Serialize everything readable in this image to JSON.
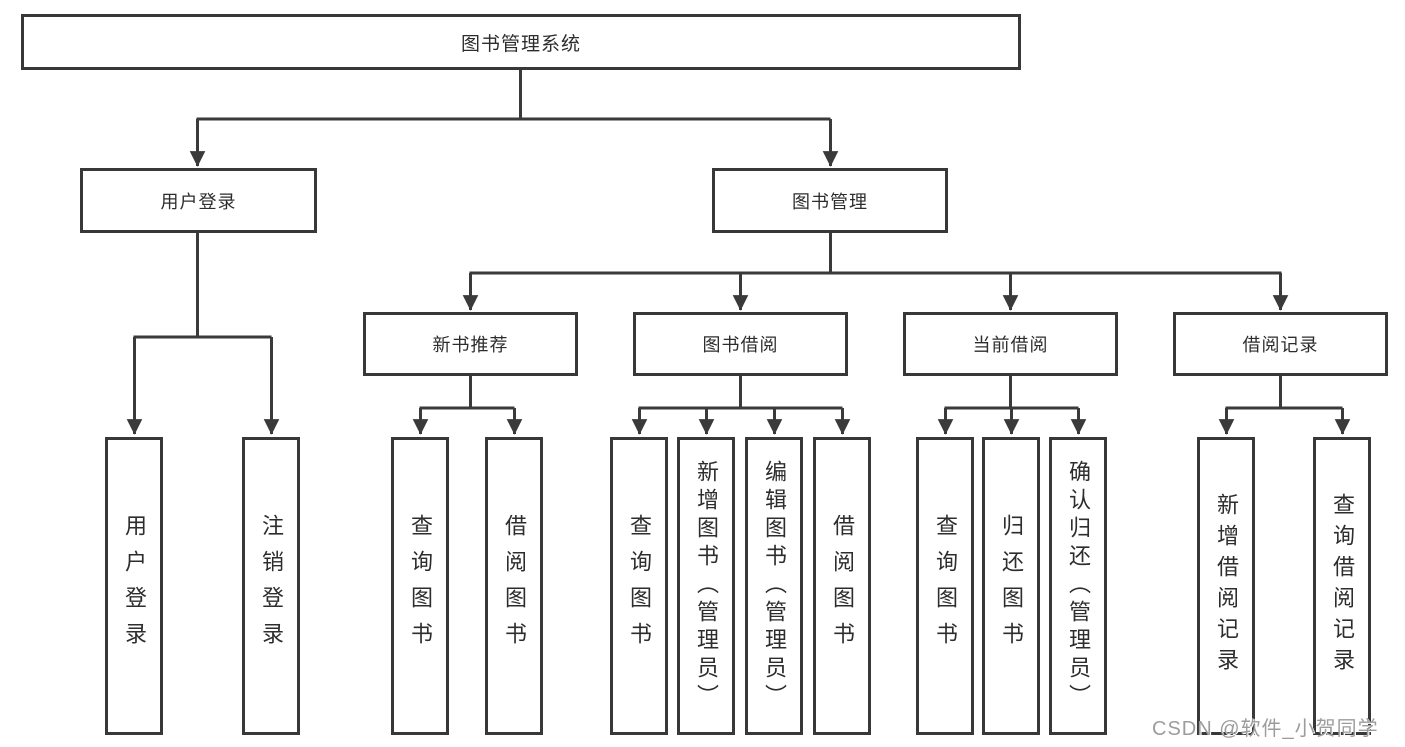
{
  "diagram_title": "图书管理系统",
  "tree": {
    "root": {
      "label": "图书管理系统",
      "children": [
        {
          "label": "用户登录",
          "children": [
            {
              "label": "用户登录"
            },
            {
              "label": "注销登录"
            }
          ]
        },
        {
          "label": "图书管理",
          "children": [
            {
              "label": "新书推荐",
              "children": [
                {
                  "label": "查询图书"
                },
                {
                  "label": "借阅图书"
                }
              ]
            },
            {
              "label": "图书借阅",
              "children": [
                {
                  "label": "查询图书"
                },
                {
                  "label": "新增图书（管理员）"
                },
                {
                  "label": "编辑图书（管理员）"
                },
                {
                  "label": "借阅图书"
                }
              ]
            },
            {
              "label": "当前借阅",
              "children": [
                {
                  "label": "查询图书"
                },
                {
                  "label": "归还图书"
                },
                {
                  "label": "确认归还（管理员）"
                }
              ]
            },
            {
              "label": "借阅记录",
              "children": [
                {
                  "label": "新增借阅记录"
                },
                {
                  "label": "查询借阅记录"
                }
              ]
            }
          ]
        }
      ]
    }
  },
  "watermark": {
    "text": "CSDN @软件_小贺同学"
  },
  "colors": {
    "line": "#3a3a3a",
    "box_border": "#383838",
    "text": "#2d2d2d",
    "watermark": "#9c9c9c",
    "background": "#ffffff"
  }
}
